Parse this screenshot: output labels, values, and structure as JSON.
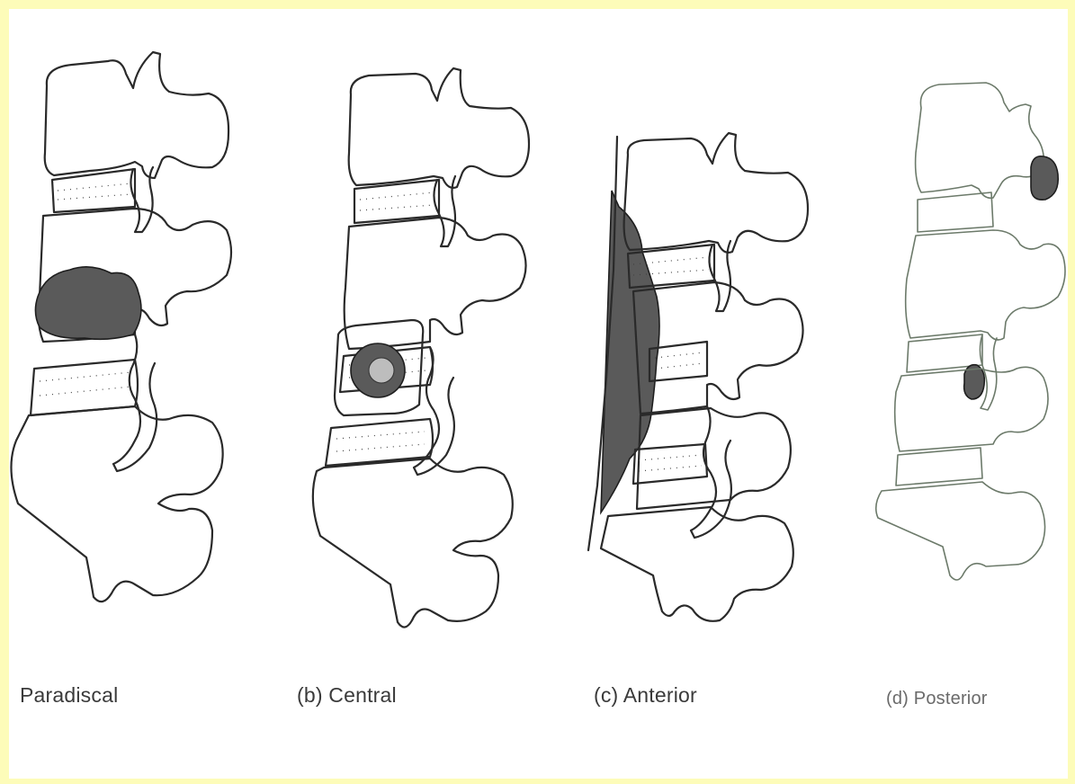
{
  "figure": {
    "panels": [
      {
        "caption": "Paradiscal"
      },
      {
        "caption": "(b)  Central"
      },
      {
        "caption": "(c)  Anterior"
      },
      {
        "caption": "(d)  Posterior"
      }
    ]
  },
  "colors": {
    "page_border": "#fdfcb9",
    "background": "#ffffff",
    "ink": "#2a2a2a"
  }
}
